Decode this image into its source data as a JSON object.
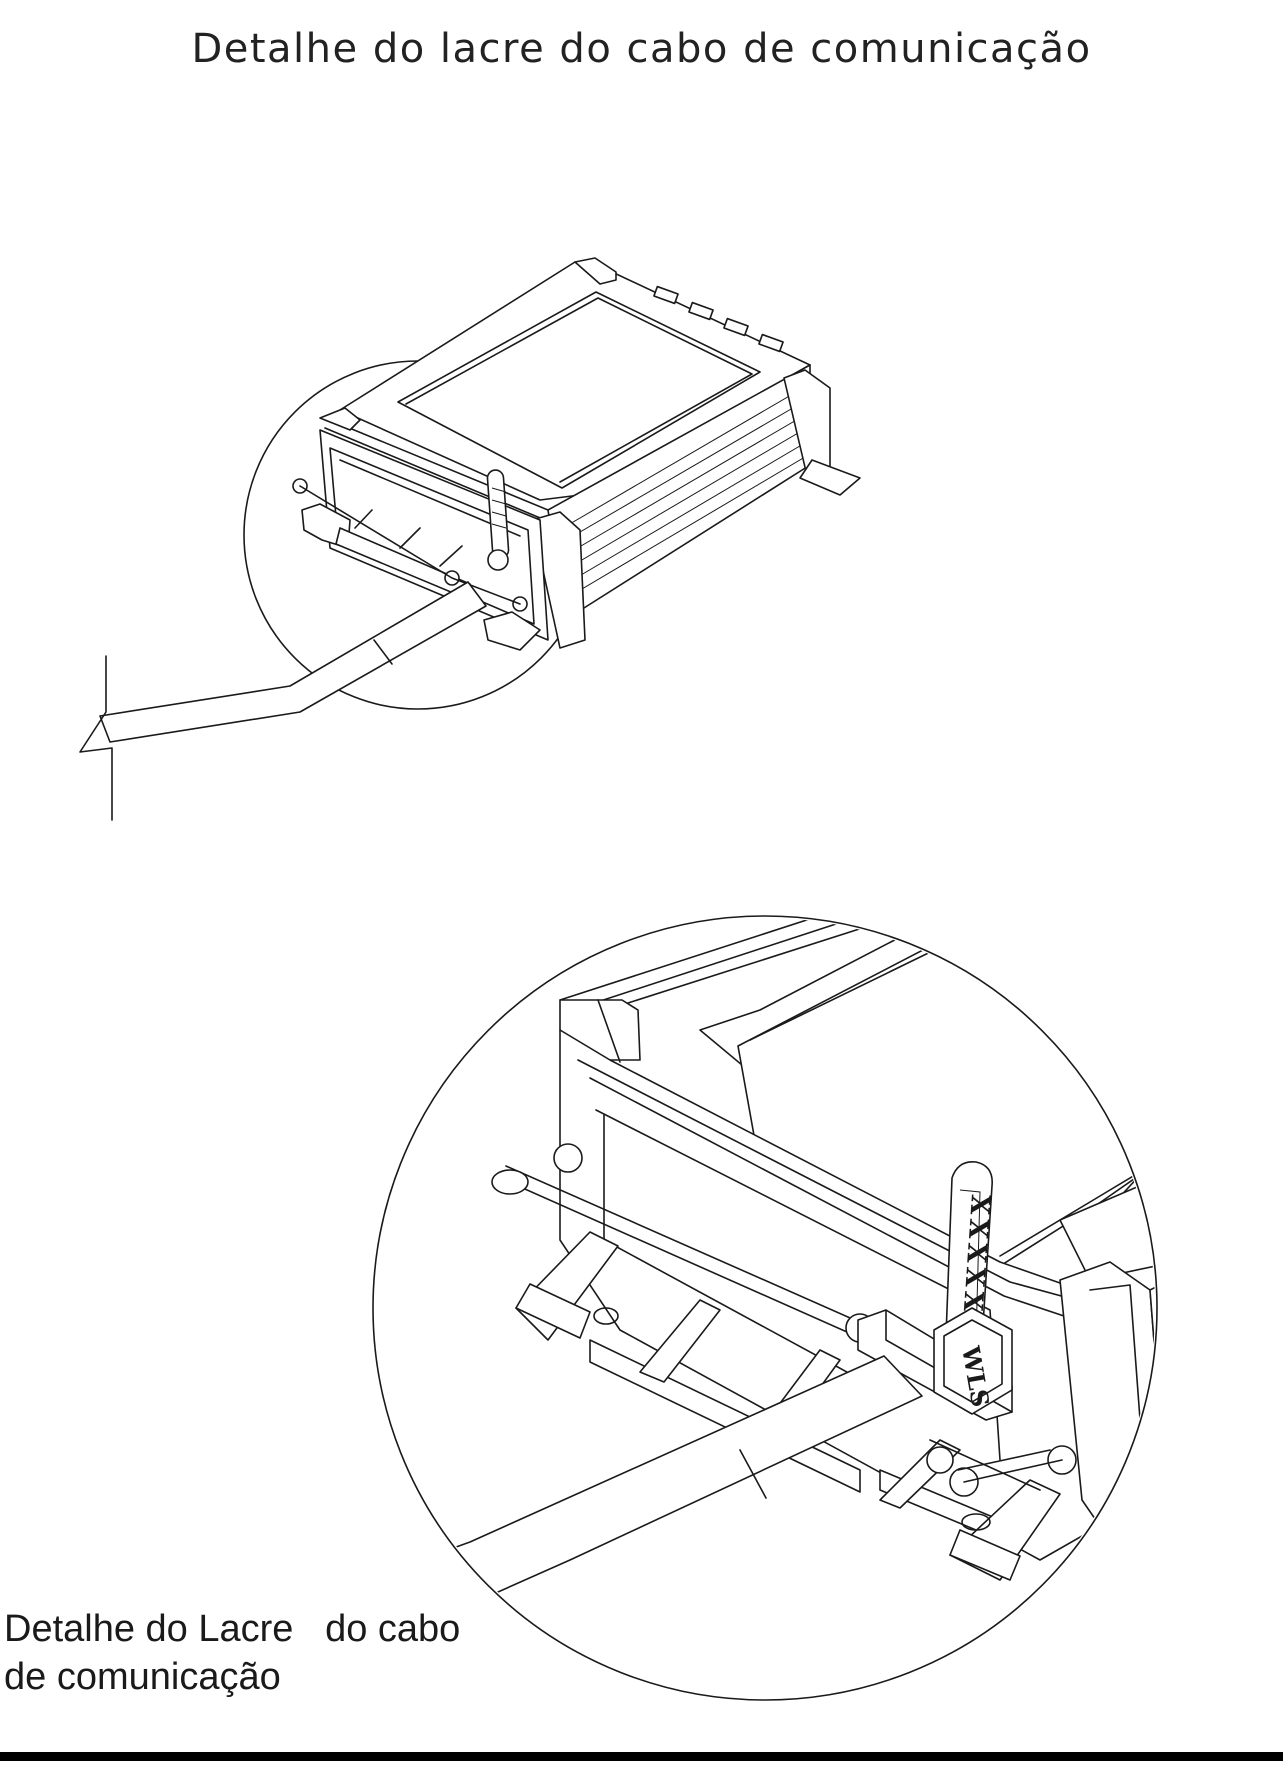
{
  "title": "Detalhe do lacre do cabo de comunicação",
  "caption": "Detalhe do Lacre   do cabo\nde comunicação",
  "seal": {
    "strap_marking": "XXXXX",
    "head_marking": "WLS"
  },
  "colors": {
    "line": "#1a1a1a",
    "background": "#ffffff",
    "bottom_rule": "#000000"
  }
}
